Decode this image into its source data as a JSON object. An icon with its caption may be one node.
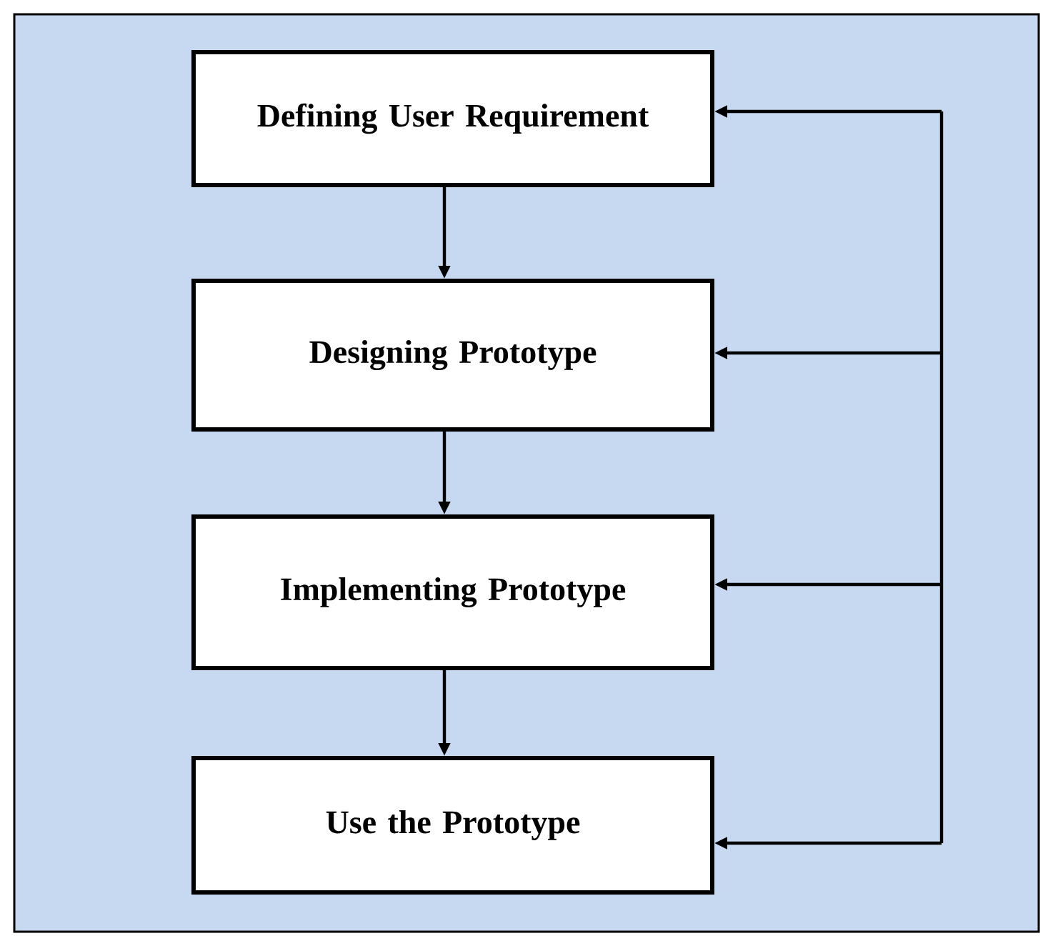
{
  "diagram": {
    "nodes": [
      {
        "text": [
          "Defining User Requirement"
        ]
      },
      {
        "text": [
          "Designing Prototype"
        ]
      },
      {
        "text": [
          "Implementing Prototype"
        ]
      },
      {
        "text": [
          "Use the Prototype"
        ]
      }
    ],
    "edges": [
      {
        "from": 0,
        "to": 1,
        "arrow": "to"
      },
      {
        "from": 1,
        "to": 2,
        "arrow": "to"
      },
      {
        "from": 2,
        "to": 3,
        "arrow": "to"
      },
      {
        "from": null,
        "to": 0,
        "arrow": "to"
      },
      {
        "from": null,
        "to": 1,
        "arrow": "to"
      },
      {
        "from": null,
        "to": 2,
        "arrow": "to"
      },
      {
        "from": null,
        "to": 3,
        "arrow": "to"
      }
    ]
  }
}
